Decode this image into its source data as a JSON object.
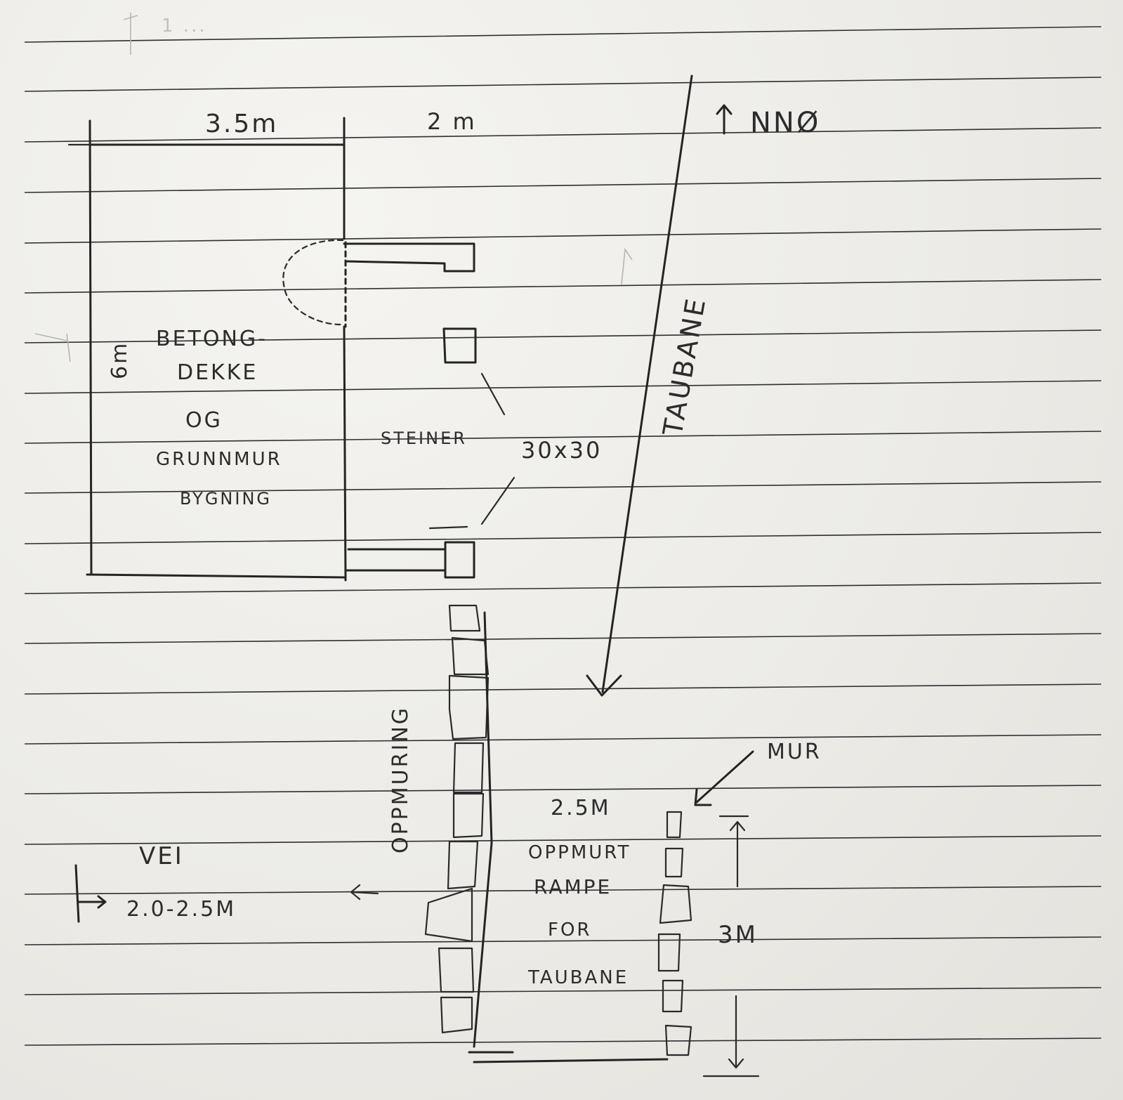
{
  "labels": {
    "top_faint": "1 ...",
    "dim_width_building": "3.5m",
    "dim_width_stones": "2 m",
    "north": "NNØ",
    "dim_height_building": "6m",
    "building_line1": "BETONG-",
    "building_line2": "DEKKE",
    "building_line3": "OG",
    "building_line4": "GRUNNMUR",
    "building_line5": "BYGNING",
    "stones": "STEINER",
    "stone_size": "30x30",
    "cableway": "TAUBANE",
    "walling": "OPPMURING",
    "wall": "MUR",
    "ramp_width": "2.5M",
    "ramp_line1": "OPPMURT",
    "ramp_line2": "RAMPE",
    "ramp_line3": "FOR",
    "ramp_line4": "TAUBANE",
    "ramp_length": "3M",
    "road": "VEI",
    "road_width": "2.0-2.5M"
  },
  "colors": {
    "paper": "#efedea",
    "ink": "#242424",
    "rule": "#2f2f33"
  }
}
